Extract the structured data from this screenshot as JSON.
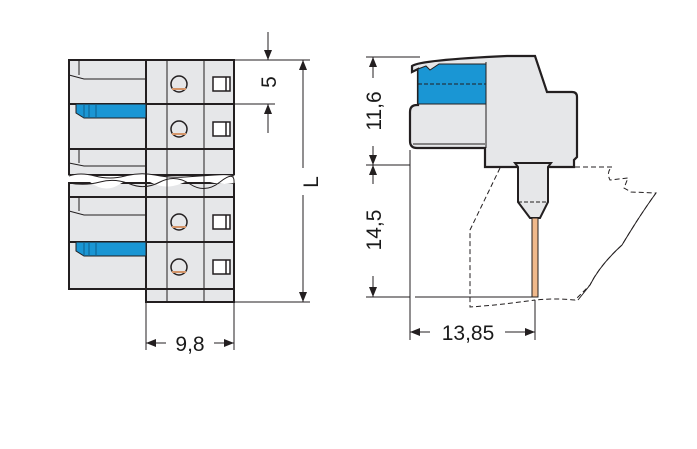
{
  "drawing": {
    "dim_pitch": "5",
    "dim_length": "L",
    "dim_width": "9,8",
    "dim_height_top": "11,6",
    "dim_height_bottom": "14,5",
    "dim_depth": "13,85"
  },
  "colors": {
    "body": "#e6e7e9",
    "release": "#1a96d4",
    "pin": "#f0b98c",
    "line": "#231f20"
  }
}
